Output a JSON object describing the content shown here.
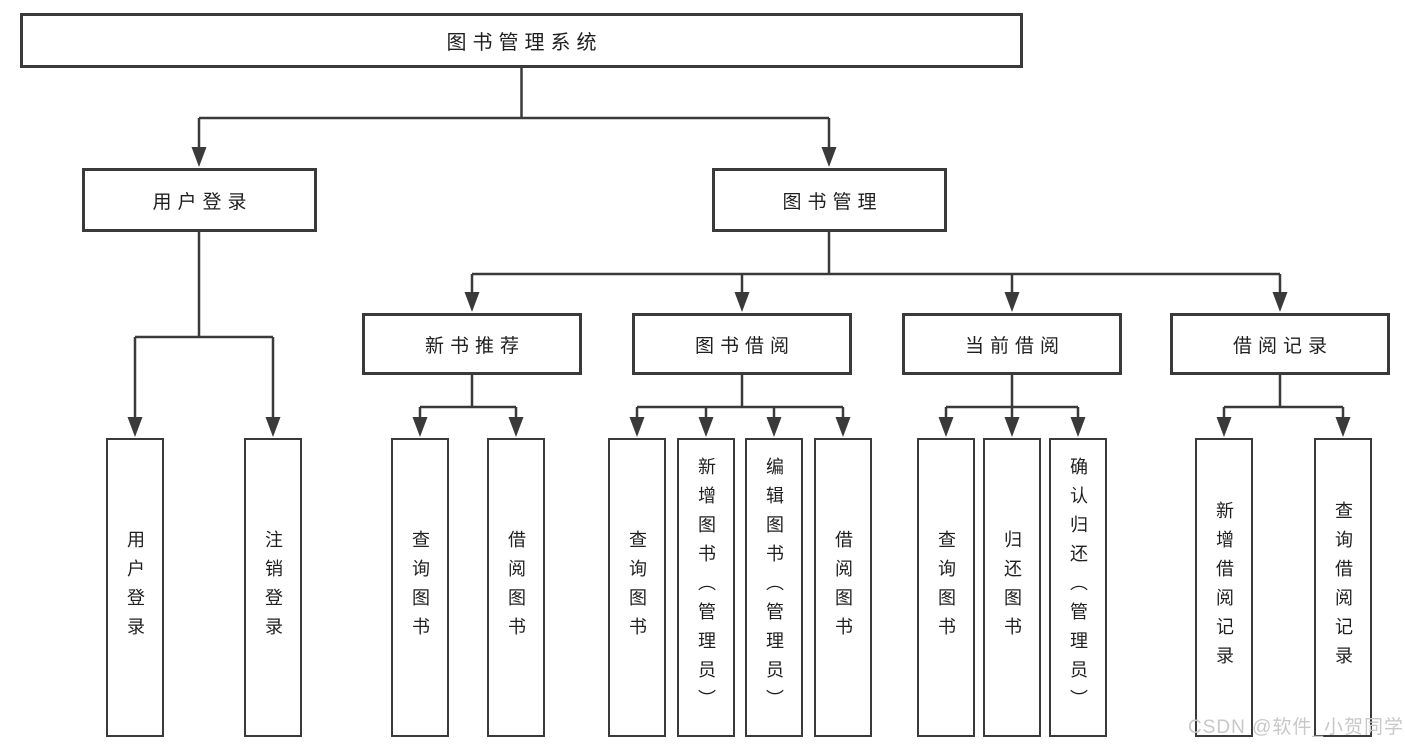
{
  "diagram": {
    "root": {
      "label": "图书管理系统",
      "children": [
        {
          "label": "用户登录",
          "children": [
            {
              "label": "用户登录"
            },
            {
              "label": "注销登录"
            }
          ]
        },
        {
          "label": "图书管理",
          "children": [
            {
              "label": "新书推荐",
              "children": [
                {
                  "label": "查询图书"
                },
                {
                  "label": "借阅图书"
                }
              ]
            },
            {
              "label": "图书借阅",
              "children": [
                {
                  "label": "查询图书"
                },
                {
                  "label": "新增图书（管理员）"
                },
                {
                  "label": "编辑图书（管理员）"
                },
                {
                  "label": "借阅图书"
                }
              ]
            },
            {
              "label": "当前借阅",
              "children": [
                {
                  "label": "查询图书"
                },
                {
                  "label": "归还图书"
                },
                {
                  "label": "确认归还（管理员）"
                }
              ]
            },
            {
              "label": "借阅记录",
              "children": [
                {
                  "label": "新增借阅记录"
                },
                {
                  "label": "查询借阅记录"
                }
              ]
            }
          ]
        }
      ]
    },
    "colors": {
      "line": "#3a3a3a",
      "box_border": "#3a3a3a",
      "text": "#1f1f1f",
      "background": "#ffffff"
    }
  },
  "watermark": {
    "text": "CSDN @软件_小贺同学",
    "color": "#c8c8c8"
  }
}
